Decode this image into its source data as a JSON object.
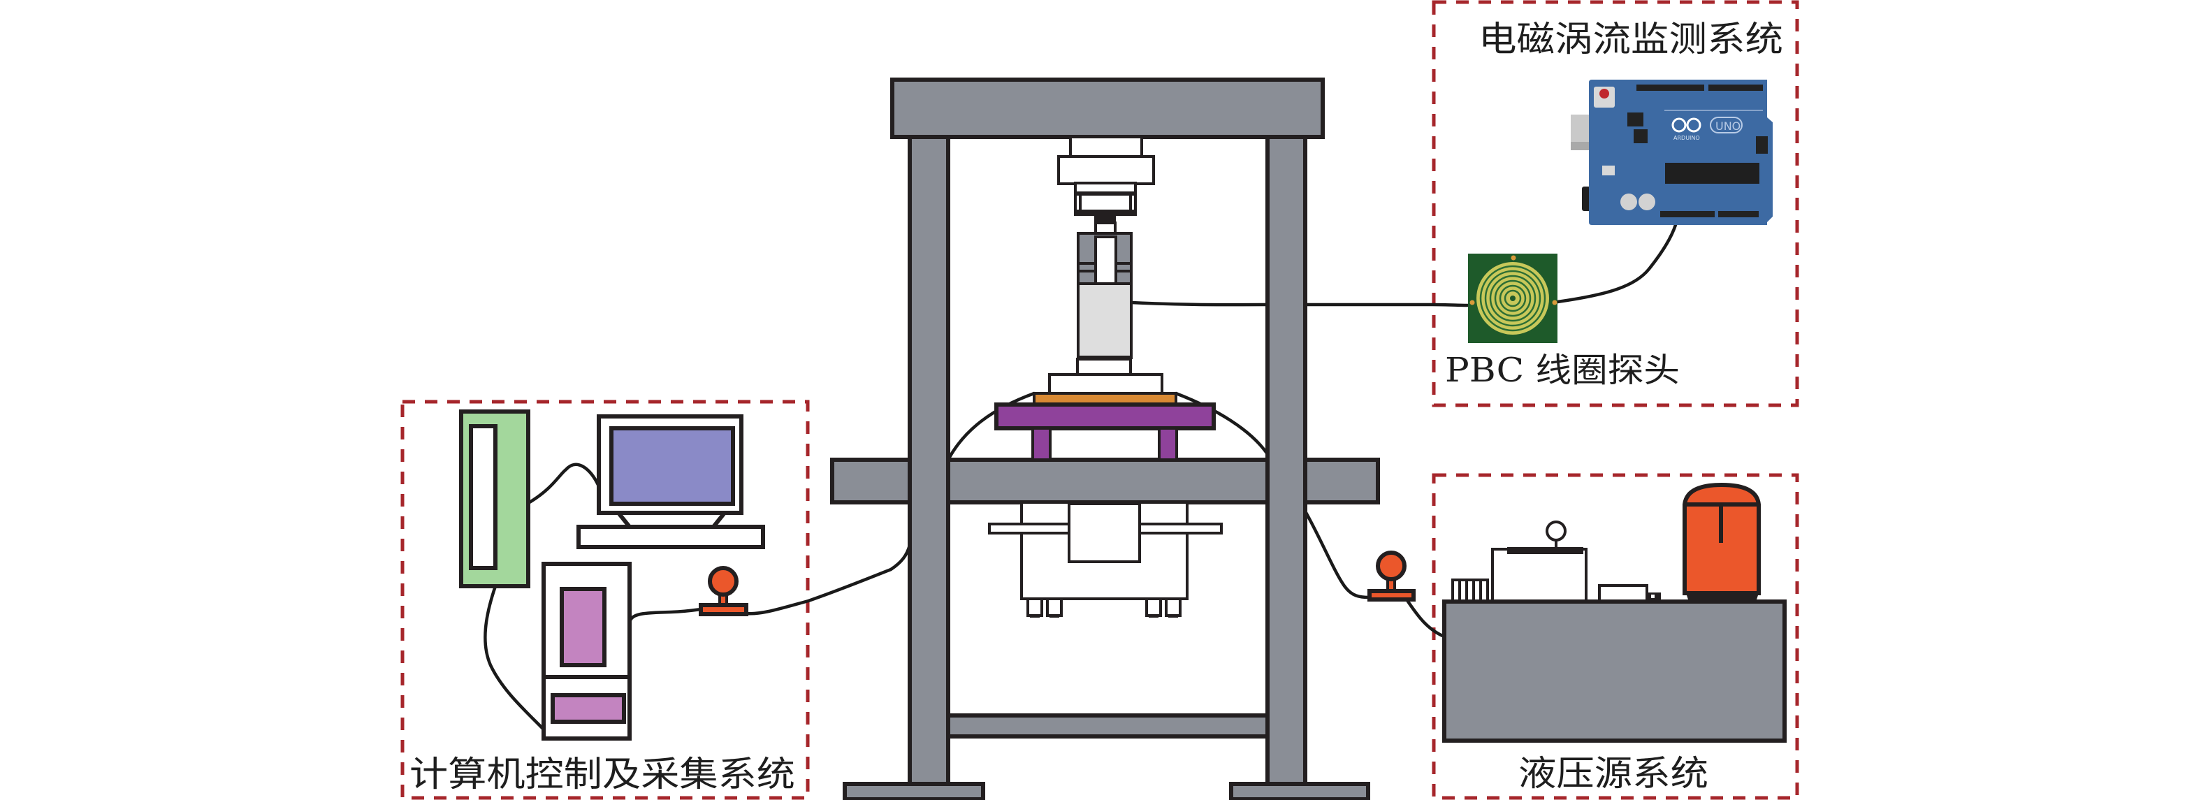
{
  "figure": {
    "type": "system schematic",
    "colors": {
      "frame": "#8a8e96",
      "outline": "#231f20",
      "group_border": "#a6262b",
      "plate": "#8f429b",
      "specimen_pad": "#d98a34",
      "sensor_body": "#dedede",
      "terminal_green": "#a3d79c",
      "monitor_screen": "#8a8ac7",
      "tower_panel": "#c384c0",
      "joystick": "#eb572b",
      "motor": "#eb572b",
      "arduino_board": "#3d6aa3",
      "pcb_coil_base": "#1e5a2a",
      "pcb_coil_trace": "#c8c85a"
    }
  },
  "groups": {
    "eddy_current": {
      "title": "电磁涡流监测系统",
      "probe_label": "PBC 线圈探头",
      "board_label": "UNO",
      "board_brand": "ARDUINO"
    },
    "computer": {
      "title": "计算机控制及采集系统"
    },
    "hydraulic": {
      "title": "液压源系统"
    }
  },
  "icons": {
    "arduino": "arduino-board-icon",
    "probe": "pcb-coil-icon",
    "monitor": "monitor-icon",
    "tower": "computer-tower-icon",
    "terminal": "terminal-box-icon",
    "valve_left": "joystick-valve-icon",
    "valve_right": "joystick-valve-icon",
    "motor": "motor-icon",
    "gauge": "pressure-gauge-icon"
  }
}
